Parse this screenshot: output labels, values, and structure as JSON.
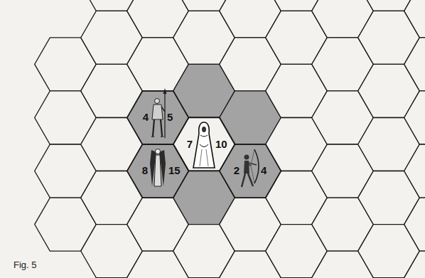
{
  "diagram": {
    "nodes": [
      {
        "text": [
          "4",
          "5"
        ]
      },
      {
        "text": [
          "7",
          "10"
        ]
      },
      {
        "text": [
          "8",
          "15"
        ]
      },
      {
        "text": [
          "2",
          "4"
        ]
      }
    ],
    "labels": [
      "Fig. 5"
    ]
  }
}
